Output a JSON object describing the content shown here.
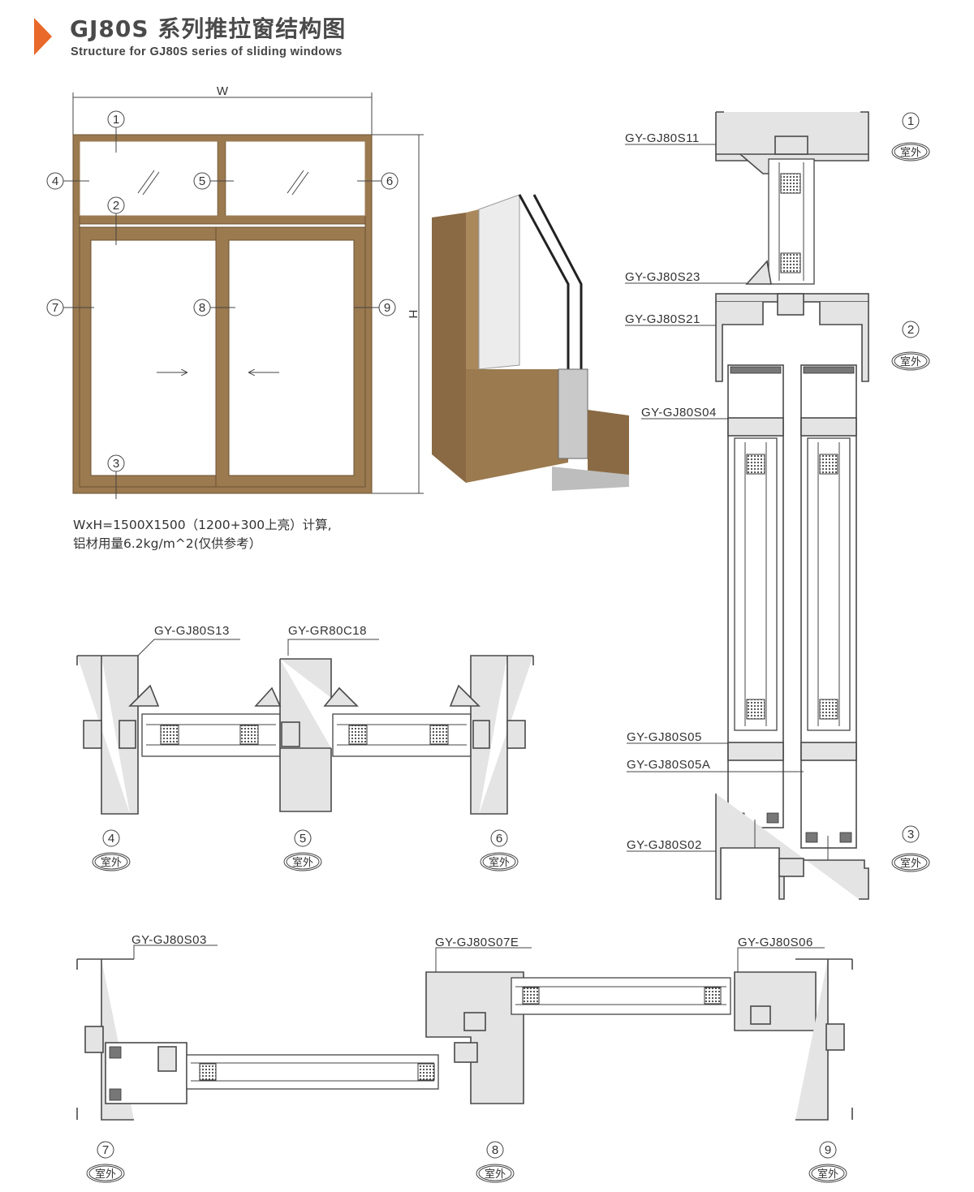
{
  "header": {
    "title": "GJ80S 系列推拉窗结构图",
    "subtitle": "Structure for GJ80S series of sliding windows",
    "accent_color": "#e8692a"
  },
  "elevation": {
    "width_label": "W",
    "height_label": "H",
    "callouts": [
      "1",
      "2",
      "3",
      "4",
      "5",
      "6",
      "7",
      "8",
      "9"
    ],
    "frame_color": "#9b7a50"
  },
  "note": {
    "line1": "WxH=1500X1500（1200+300上亮）计算,",
    "line2": "铝材用量6.2kg/m^2(仅供参考）"
  },
  "outdoor_label": "室外",
  "vertical_section": {
    "labels": [
      "GY-GJ80S11",
      "GY-GJ80S23",
      "GY-GJ80S21",
      "GY-GJ80S04",
      "GY-GJ80S05",
      "GY-GJ80S05A",
      "GY-GJ80S02"
    ],
    "callouts": [
      "1",
      "2",
      "3"
    ]
  },
  "horizontal_section_top": {
    "labels": [
      "GY-GJ80S13",
      "GY-GR80C18"
    ],
    "callouts": [
      "4",
      "5",
      "6"
    ]
  },
  "horizontal_section_bottom": {
    "labels": [
      "GY-GJ80S03",
      "GY-GJ80S07E",
      "GY-GJ80S06"
    ],
    "callouts": [
      "7",
      "8",
      "9"
    ]
  }
}
